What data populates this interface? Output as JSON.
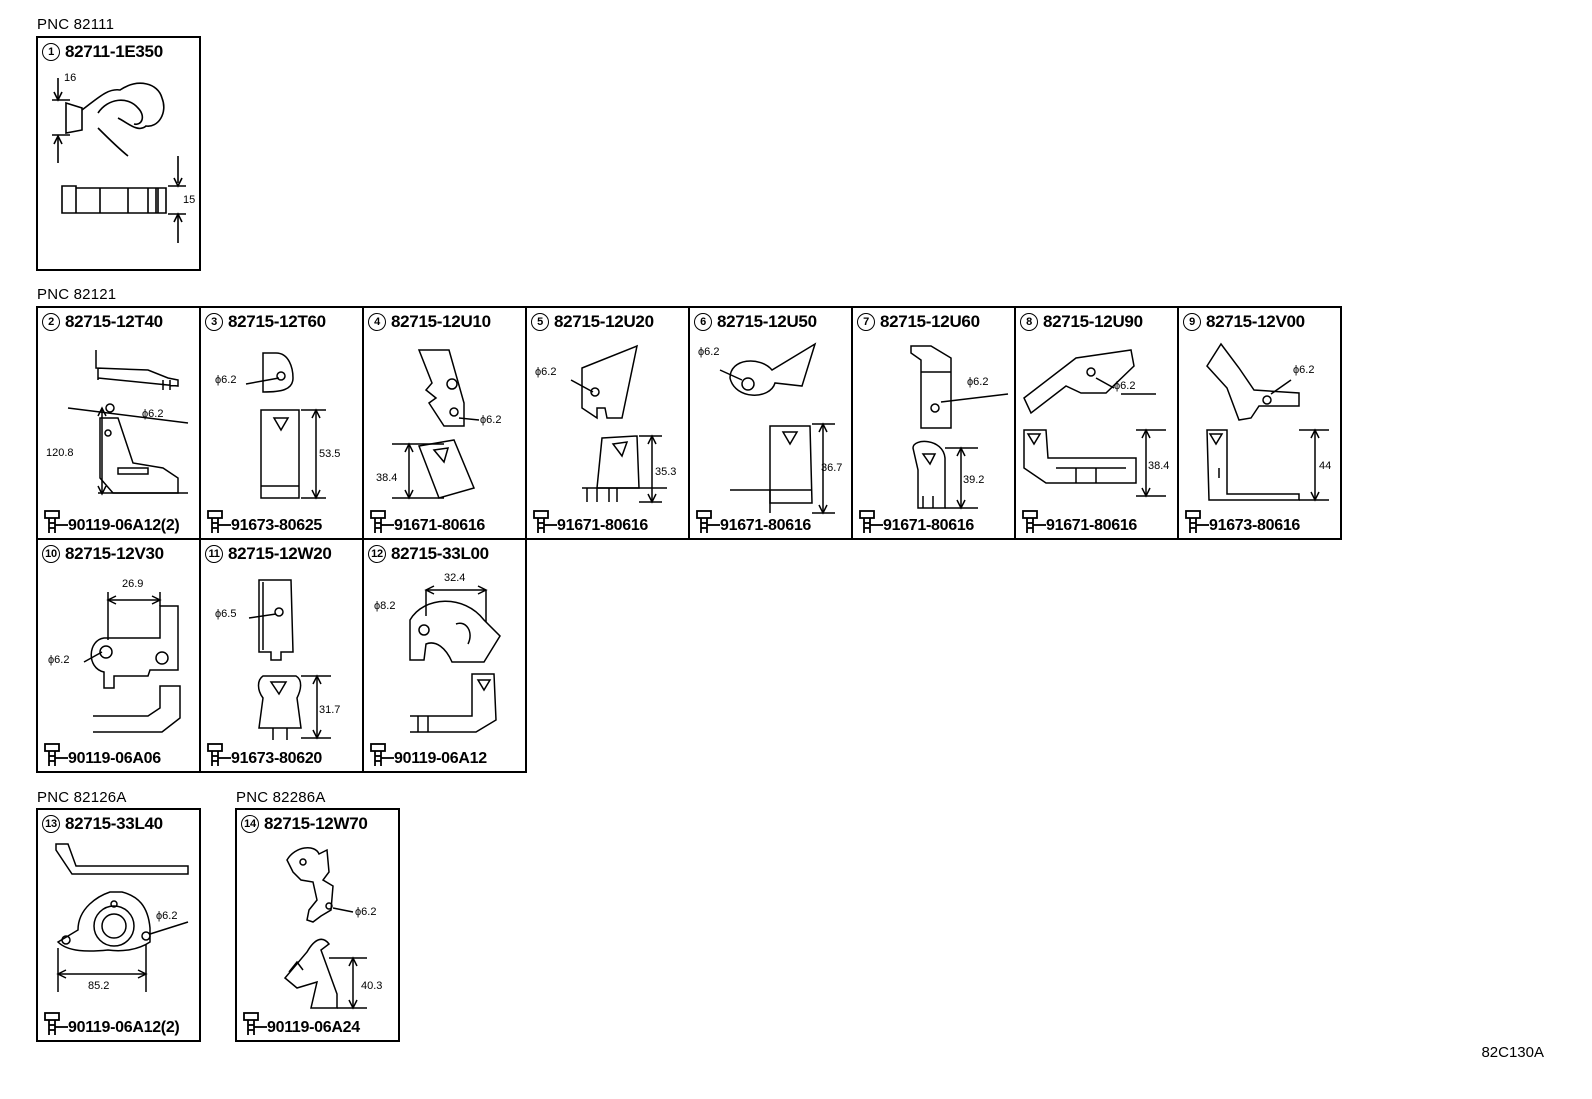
{
  "groups": [
    {
      "pnc": "PNC 82111"
    },
    {
      "pnc": "PNC 82121"
    },
    {
      "pnc": "PNC 82126A"
    },
    {
      "pnc": "PNC 82286A"
    }
  ],
  "parts": [
    {
      "num": "1",
      "part": "82711-1E350",
      "bolt": "",
      "dims": [
        "16",
        "15"
      ]
    },
    {
      "num": "2",
      "part": "82715-12T40",
      "bolt": "90119-06A12(2)",
      "dims": [
        "ϕ6.2",
        "120.8"
      ]
    },
    {
      "num": "3",
      "part": "82715-12T60",
      "bolt": "91673-80625",
      "dims": [
        "ϕ6.2",
        "53.5"
      ]
    },
    {
      "num": "4",
      "part": "82715-12U10",
      "bolt": "91671-80616",
      "dims": [
        "ϕ6.2",
        "38.4"
      ]
    },
    {
      "num": "5",
      "part": "82715-12U20",
      "bolt": "91671-80616",
      "dims": [
        "ϕ6.2",
        "35.3"
      ]
    },
    {
      "num": "6",
      "part": "82715-12U50",
      "bolt": "91671-80616",
      "dims": [
        "ϕ6.2",
        "36.7"
      ]
    },
    {
      "num": "7",
      "part": "82715-12U60",
      "bolt": "91671-80616",
      "dims": [
        "ϕ6.2",
        "39.2"
      ]
    },
    {
      "num": "8",
      "part": "82715-12U90",
      "bolt": "91671-80616",
      "dims": [
        "ϕ6.2",
        "38.4"
      ]
    },
    {
      "num": "9",
      "part": "82715-12V00",
      "bolt": "91673-80616",
      "dims": [
        "ϕ6.2",
        "44"
      ]
    },
    {
      "num": "10",
      "part": "82715-12V30",
      "bolt": "90119-06A06",
      "dims": [
        "26.9",
        "ϕ6.2"
      ]
    },
    {
      "num": "11",
      "part": "82715-12W20",
      "bolt": "91673-80620",
      "dims": [
        "ϕ6.5",
        "31.7"
      ]
    },
    {
      "num": "12",
      "part": "82715-33L00",
      "bolt": "90119-06A12",
      "dims": [
        "32.4",
        "ϕ8.2"
      ]
    },
    {
      "num": "13",
      "part": "82715-33L40",
      "bolt": "90119-06A12(2)",
      "dims": [
        "ϕ6.2",
        "85.2"
      ]
    },
    {
      "num": "14",
      "part": "82715-12W70",
      "bolt": "90119-06A24",
      "dims": [
        "ϕ6.2",
        "40.3"
      ]
    }
  ],
  "footer_code": "82C130A"
}
